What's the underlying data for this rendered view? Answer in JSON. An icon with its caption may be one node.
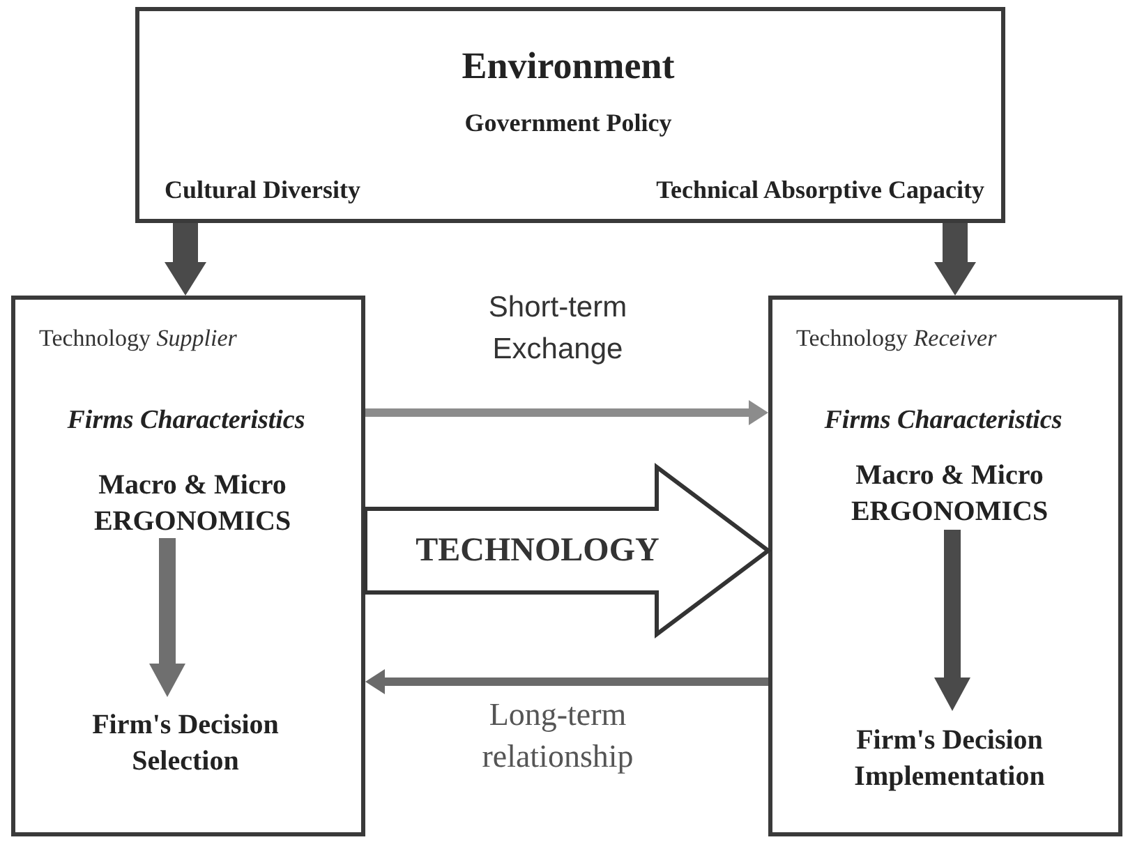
{
  "diagram": {
    "nodes": [
      {
        "text": [
          "Environment",
          "Government Policy",
          "Cultural Diversity",
          "Technical Absorptive Capacity"
        ]
      },
      {
        "text": [
          "Technology *Supplier*",
          "Firms Characteristics"
        ]
      },
      {
        "text": [
          "Macro & Micro ERGONOMICS"
        ],
        "in": 1
      },
      {
        "text": [
          "Firm's Decision Selection"
        ],
        "in": 1
      },
      {
        "text": [
          "Technology *Receiver*",
          "Firms Characteristics"
        ]
      },
      {
        "text": [
          "Macro & Micro ERGONOMICS"
        ],
        "in": 4
      },
      {
        "text": [
          "Firm's Decision Implementation"
        ],
        "in": 4
      }
    ],
    "edges": [
      {
        "from": 0,
        "to": 1,
        "arrow": "to"
      },
      {
        "from": 0,
        "to": 4,
        "arrow": "to"
      },
      {
        "from": 1,
        "to": 4,
        "arrow": "to",
        "label": "Short-term Exchange",
        "color": "#8c8c8c"
      },
      {
        "from": 1,
        "to": 4,
        "arrow": "to",
        "label": "TECHNOLOGY",
        "style": "thick",
        "color": "#ffffff"
      },
      {
        "from": 4,
        "to": 1,
        "arrow": "to",
        "label": "Long-term relationship",
        "color": "#6a6a6a"
      },
      {
        "from": 2,
        "to": 3,
        "arrow": "to",
        "color": "#6f6f6f"
      },
      {
        "from": 5,
        "to": 6,
        "arrow": "to"
      }
    ]
  }
}
